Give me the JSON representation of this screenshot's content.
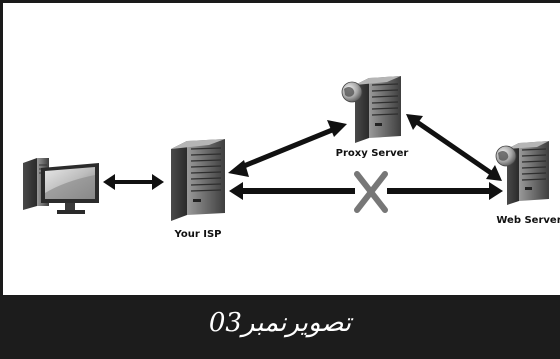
{
  "nodes": {
    "isp": {
      "label": "Your ISP"
    },
    "proxy": {
      "label": "Proxy Server"
    },
    "web": {
      "label": "Web Server"
    }
  },
  "connections": [
    {
      "from": "computer",
      "to": "isp",
      "status": "connected"
    },
    {
      "from": "isp",
      "to": "proxy",
      "status": "connected"
    },
    {
      "from": "proxy",
      "to": "web",
      "status": "connected"
    },
    {
      "from": "isp",
      "to": "web",
      "status": "blocked"
    }
  ],
  "icons": {
    "blocked_marker": "x-icon",
    "computer": "desktop-computer-icon",
    "server": "server-tower-icon",
    "globe": "globe-icon"
  },
  "caption": {
    "text": "تصویرنمبر03"
  },
  "colors": {
    "arrow": "#111111",
    "blocked_marker": "#777777",
    "caption_bar": "#1c1c1c",
    "caption_text": "#ffffff"
  }
}
